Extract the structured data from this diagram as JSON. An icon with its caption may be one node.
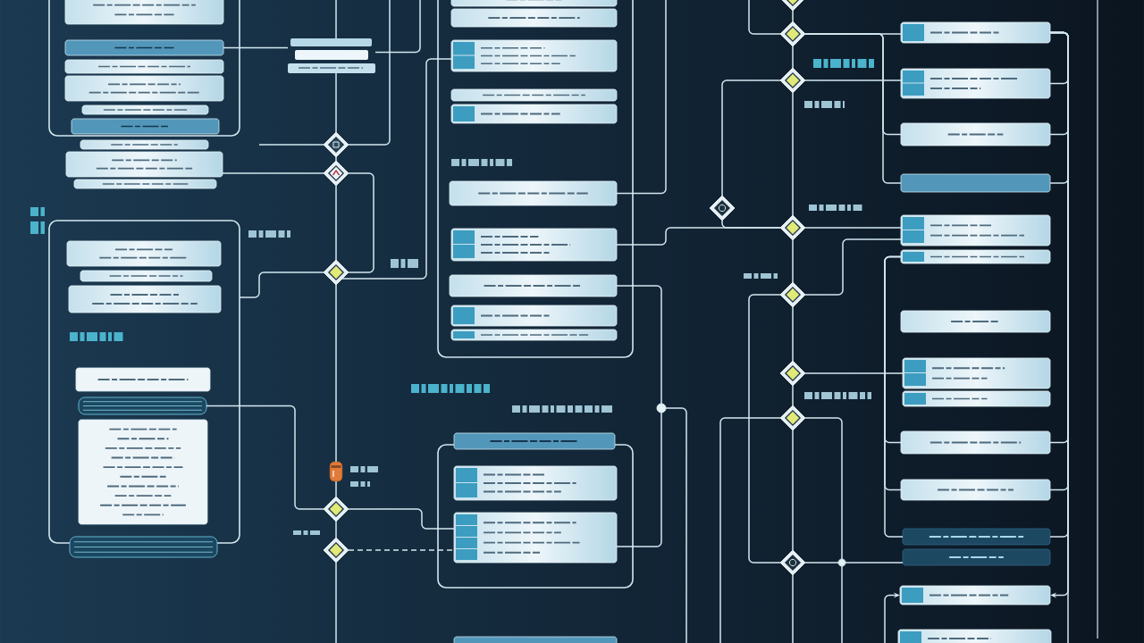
{
  "diagram": {
    "nodes": [
      {
        "text": [],
        "shape": "box"
      },
      {
        "text": [],
        "shape": "box",
        "in": 0
      },
      {
        "text": [],
        "shape": "box",
        "in": 0
      },
      {
        "text": [],
        "shape": "box",
        "in": 0
      },
      {
        "text": [],
        "shape": "box",
        "in": 0
      },
      {
        "text": [],
        "shape": "box",
        "in": 0
      },
      {
        "text": [],
        "shape": "box",
        "in": 0
      },
      {
        "text": [],
        "shape": "box"
      },
      {
        "text": [],
        "shape": "box"
      },
      {
        "text": [],
        "shape": "box"
      },
      {
        "text": [],
        "shape": "box"
      },
      {
        "text": [],
        "shape": "box"
      },
      {
        "text": [],
        "shape": "box",
        "in": 11
      },
      {
        "text": [],
        "shape": "box",
        "in": 11
      },
      {
        "text": [],
        "shape": "box",
        "in": 11
      },
      {
        "text": [],
        "shape": "box",
        "in": 11
      },
      {
        "text": [],
        "shape": "bar",
        "in": 11
      },
      {
        "text": [],
        "shape": "box",
        "in": 11
      },
      {
        "text": [],
        "shape": "bar"
      },
      {
        "text": [],
        "shape": "diamond"
      },
      {
        "text": [],
        "shape": "diamond"
      },
      {
        "text": [],
        "shape": "diamond"
      },
      {
        "text": [],
        "shape": "picture"
      },
      {
        "text": [],
        "shape": "diamond"
      },
      {
        "text": [],
        "shape": "diamond"
      },
      {
        "text": [],
        "shape": "box"
      },
      {
        "text": [],
        "shape": "box",
        "in": 25
      },
      {
        "text": [],
        "shape": "box",
        "in": 25
      },
      {
        "text": [],
        "shape": "box",
        "in": 25
      },
      {
        "text": [],
        "shape": "box",
        "in": 25
      },
      {
        "text": [],
        "shape": "box",
        "in": 25
      },
      {
        "text": [],
        "shape": "box",
        "in": 25
      },
      {
        "text": [],
        "shape": "box",
        "in": 25
      },
      {
        "text": [],
        "shape": "box",
        "in": 25
      },
      {
        "text": [],
        "shape": "box",
        "in": 25
      },
      {
        "text": [],
        "shape": "box",
        "in": 25
      },
      {
        "text": [],
        "shape": "box"
      },
      {
        "text": [],
        "shape": "box"
      },
      {
        "text": [],
        "shape": "box",
        "in": 36
      },
      {
        "text": [],
        "shape": "box",
        "in": 36
      },
      {
        "text": [],
        "shape": "box"
      },
      {
        "text": [],
        "shape": "diamond"
      },
      {
        "text": [],
        "shape": "diamond"
      },
      {
        "text": [],
        "shape": "diamond"
      },
      {
        "text": [],
        "shape": "diamond"
      },
      {
        "text": [],
        "shape": "diamond"
      },
      {
        "text": [],
        "shape": "diamond"
      },
      {
        "text": [],
        "shape": "diamond"
      },
      {
        "text": [],
        "shape": "diamond"
      },
      {
        "text": [],
        "shape": "diamond"
      },
      {
        "text": [],
        "shape": "box"
      },
      {
        "text": [],
        "shape": "box"
      },
      {
        "text": [],
        "shape": "box"
      },
      {
        "text": [],
        "shape": "box"
      },
      {
        "text": [],
        "shape": "box"
      },
      {
        "text": [],
        "shape": "box"
      },
      {
        "text": [],
        "shape": "box"
      },
      {
        "text": [],
        "shape": "box"
      },
      {
        "text": [],
        "shape": "box"
      },
      {
        "text": [],
        "shape": "box"
      },
      {
        "text": [],
        "shape": "box"
      },
      {
        "text": [],
        "shape": "box"
      },
      {
        "text": [],
        "shape": "box"
      },
      {
        "text": [],
        "shape": "box"
      },
      {
        "text": [],
        "shape": "box"
      },
      {
        "text": [],
        "shape": "circle"
      },
      {
        "text": [],
        "shape": "circle"
      }
    ],
    "edges": [
      {
        "from": 2,
        "to": 10,
        "arrow": "none"
      },
      {
        "from": 10,
        "to": 19,
        "arrow": "none"
      },
      {
        "from": 10,
        "to": null,
        "arrow": "none"
      },
      {
        "from": null,
        "to": 10,
        "arrow": "none"
      },
      {
        "from": 8,
        "to": 20,
        "arrow": "none"
      },
      {
        "from": 19,
        "to": 20,
        "arrow": "none"
      },
      {
        "from": 19,
        "to": null,
        "arrow": "none"
      },
      {
        "from": 20,
        "to": 21,
        "arrow": "none"
      },
      {
        "from": 20,
        "to": 21,
        "arrow": "none"
      },
      {
        "from": 11,
        "to": 21,
        "arrow": "none"
      },
      {
        "from": 21,
        "to": 28,
        "arrow": "none"
      },
      {
        "from": 31,
        "to": null,
        "arrow": "none"
      },
      {
        "from": 32,
        "to": 45,
        "arrow": "none"
      },
      {
        "from": 44,
        "to": 43,
        "arrow": "none"
      },
      {
        "from": 44,
        "to": 45,
        "arrow": "none"
      },
      {
        "from": 33,
        "to": 65,
        "arrow": "none"
      },
      {
        "from": 39,
        "to": 65,
        "arrow": "none"
      },
      {
        "from": 65,
        "to": null,
        "arrow": "none"
      },
      {
        "from": 16,
        "to": 23,
        "arrow": "none"
      },
      {
        "from": 23,
        "to": 39,
        "arrow": "none"
      },
      {
        "from": 24,
        "to": 39,
        "arrow": "none",
        "style": "dashed"
      },
      {
        "from": 23,
        "to": 24,
        "arrow": "none"
      },
      {
        "from": 24,
        "to": null,
        "arrow": "none"
      },
      {
        "from": 21,
        "to": 22,
        "arrow": "none"
      },
      {
        "from": 22,
        "to": 23,
        "arrow": "none"
      },
      {
        "from": null,
        "to": 19,
        "arrow": "none"
      },
      {
        "from": 41,
        "to": 42,
        "arrow": "none"
      },
      {
        "from": 42,
        "to": 43,
        "arrow": "none"
      },
      {
        "from": 43,
        "to": 45,
        "arrow": "none"
      },
      {
        "from": 45,
        "to": 46,
        "arrow": "none"
      },
      {
        "from": 46,
        "to": 47,
        "arrow": "none"
      },
      {
        "from": 47,
        "to": 48,
        "arrow": "none"
      },
      {
        "from": 48,
        "to": 49,
        "arrow": "none"
      },
      {
        "from": 49,
        "to": null,
        "arrow": "none"
      },
      {
        "from": 42,
        "to": 50,
        "arrow": "none"
      },
      {
        "from": 43,
        "to": 51,
        "arrow": "none"
      },
      {
        "from": 45,
        "to": 54,
        "arrow": "none"
      },
      {
        "from": 46,
        "to": 54,
        "arrow": "none"
      },
      {
        "from": 47,
        "to": 57,
        "arrow": "none"
      },
      {
        "from": 48,
        "to": 66,
        "arrow": "none"
      },
      {
        "from": 49,
        "to": 66,
        "arrow": "none"
      },
      {
        "from": 66,
        "to": 62,
        "arrow": "none"
      },
      {
        "from": 66,
        "to": null,
        "arrow": "none"
      },
      {
        "from": 42,
        "to": null,
        "arrow": "none"
      },
      {
        "from": 46,
        "to": 49,
        "arrow": "none"
      },
      {
        "from": 48,
        "to": null,
        "arrow": "none"
      },
      {
        "from": 42,
        "to": 53,
        "arrow": "none"
      },
      {
        "from": 42,
        "to": 52,
        "arrow": "none"
      },
      {
        "from": 50,
        "to": 51,
        "arrow": "none"
      },
      {
        "from": 50,
        "to": 52,
        "arrow": "none"
      },
      {
        "from": 50,
        "to": 53,
        "arrow": "none"
      },
      {
        "from": 50,
        "to": 59,
        "arrow": "none"
      },
      {
        "from": 50,
        "to": 60,
        "arrow": "none"
      },
      {
        "from": 50,
        "to": 61,
        "arrow": "none"
      },
      {
        "from": 50,
        "to": 63,
        "arrow": "to"
      },
      {
        "from": 50,
        "to": null,
        "arrow": "none"
      },
      {
        "from": 55,
        "to": 61,
        "arrow": "none"
      },
      {
        "from": 55,
        "to": 59,
        "arrow": "none"
      },
      {
        "from": 55,
        "to": 60,
        "arrow": "none"
      },
      {
        "from": null,
        "to": 63,
        "arrow": "to"
      }
    ]
  }
}
